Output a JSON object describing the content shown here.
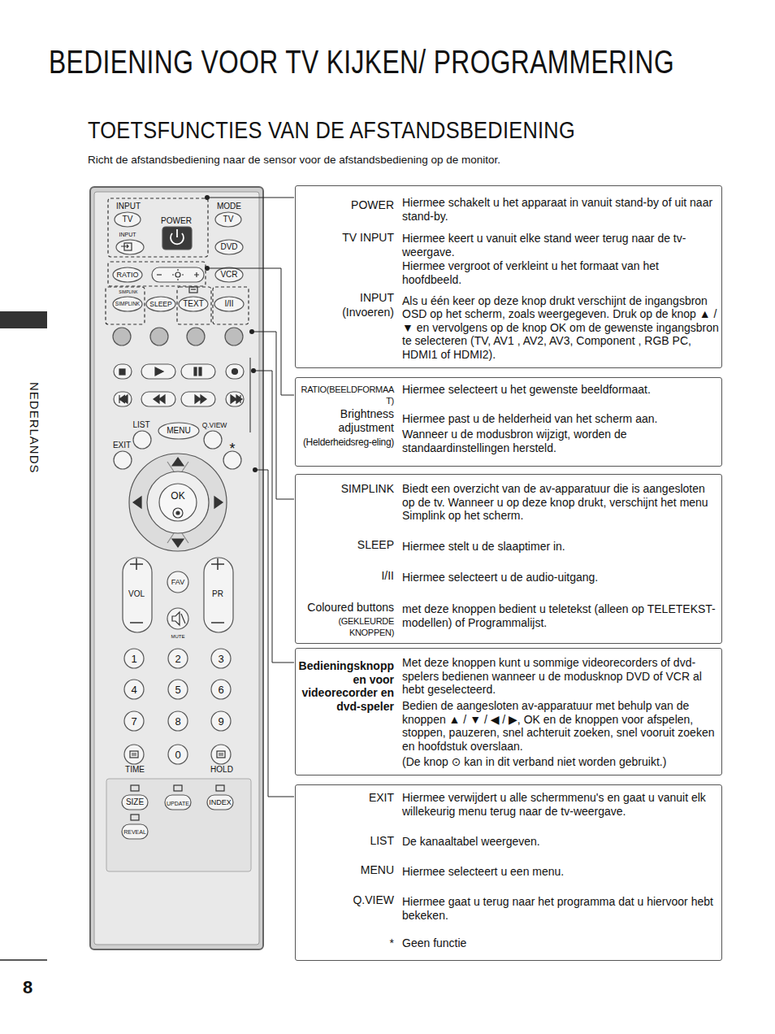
{
  "diagram": {
    "title": "BEDIENING VOOR TV KIJKEN/ PROGRAMMERING",
    "nodes": [
      {
        "text": [
          "POWER",
          "Hiermee schakelt u het apparaat in vanuit stand-by of uit naar stand-by.",
          "TV INPUT",
          "Hiermee keert u vanuit elke stand weer terug naar de tv-weergave.",
          "Hiermee vergroot of verkleint u het formaat van het hoofdbeeld.",
          "INPUT",
          "(Invoeren)",
          "Als u één keer op deze knop drukt verschijnt de ingangsbron OSD op het scherm, zoals weergegeven. Druk op de knop ▲ / ▼ en vervolgens op de knop OK om de gewenste ingangsbron te selecteren (TV, AV1 , AV2, AV3, Component , RGB PC, HDMI1 of HDMI2)."
        ]
      },
      {
        "text": [
          "RATIO(BEELDFORMAAT)",
          "Hiermee selecteert u het gewenste beeldformaat.",
          "Brightness adjustment",
          "(Helderheidsreg-eling)",
          "Hiermee past u de helderheid van het scherm aan.",
          "Wanneer u de modusbron wijzigt, worden de standaardinstellingen hersteld."
        ]
      },
      {
        "text": [
          "SIMPLINK",
          "Biedt een overzicht van de av-apparatuur die is aangesloten op de tv. Wanneer u op deze knop drukt, verschijnt het menu Simplink op het scherm.",
          "SLEEP",
          "Hiermee stelt u de slaaptimer in.",
          "I/II",
          "Hiermee selecteert u de audio-uitgang.",
          "Coloured buttons",
          "(GEKLEURDE KNOPPEN)",
          "met deze knoppen bedient u teletekst (alleen op TELETEKST-modellen) of Programmalijst."
        ]
      },
      {
        "text": [
          "Bedieningsknoppen voor videorecorder en dvd-speler",
          "Met deze knoppen kunt u sommige videorecorders of dvd-spelers bedienen wanneer u de modusknop DVD of VCR al hebt geselecteerd.",
          "Bedien de aangesloten av-apparatuur met behulp van de knoppen ▲ / ▼ / ◀ / ▶, OK en de knoppen voor afspelen, stoppen, pauzeren, snel achteruit zoeken, snel vooruit zoeken en hoofdstuk overslaan.",
          "(De knop ⊙ kan in dit verband niet worden gebruikt.)"
        ]
      },
      {
        "text": [
          "EXIT",
          "Hiermee verwijdert u alle schermmenu's en gaat u vanuit elk willekeurig menu terug naar de tv-weergave.",
          "LIST",
          "De kanaaltabel weergeven.",
          "MENU",
          "Hiermee selecteert u een menu.",
          "Q.VIEW",
          "Hiermee gaat u terug naar het programma dat u hiervoor hebt bekeken.",
          "*",
          "Geen functie"
        ]
      }
    ],
    "labels": [
      "TOETSFUNCTIES VAN DE AFSTANDSBEDIENING",
      "Richt de afstandsbediening naar de sensor voor de afstandsbediening op de monitor.",
      "NEDERLANDS",
      "8",
      "INPUT",
      "TV",
      "POWER",
      "MODE",
      "TV",
      "INPUT",
      "DVD",
      "RATIO",
      "VCR",
      "SIMPLINK",
      "SIMPLINK",
      "SLEEP",
      "TEXT",
      "I/II",
      "LIST",
      "MENU",
      "Q.VIEW",
      "EXIT",
      "*",
      "OK",
      "VOL",
      "FAV",
      "PR",
      "MUTE",
      "1",
      "2",
      "3",
      "4",
      "5",
      "6",
      "7",
      "8",
      "9",
      "0",
      "TIME",
      "HOLD",
      "SIZE",
      "UPDATE",
      "INDEX",
      "REVEAL"
    ]
  }
}
